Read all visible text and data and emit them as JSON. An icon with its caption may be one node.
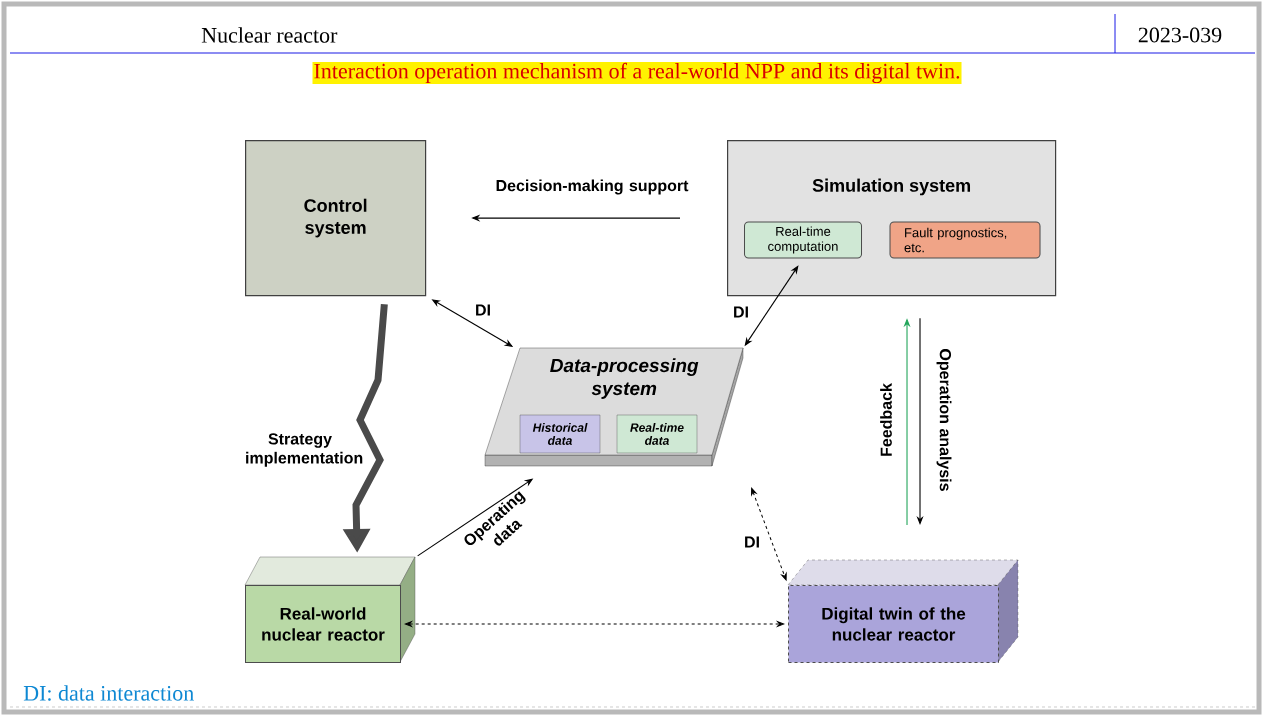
{
  "diagram": {
    "title": "Interaction operation mechanism of a real-world NPP and its digital twin.",
    "nodes": [
      {
        "text": [
          "Control system"
        ]
      },
      {
        "text": [
          "Simulation system"
        ]
      },
      {
        "text": [
          "Real-time computation"
        ],
        "in": 1
      },
      {
        "text": [
          "Fault prognostics, etc."
        ],
        "in": 1
      },
      {
        "text": [
          "Data-processing system"
        ]
      },
      {
        "text": [
          "Historical data"
        ],
        "in": 4
      },
      {
        "text": [
          "Real-time data"
        ],
        "in": 4
      },
      {
        "text": [
          "Real-world nuclear reactor"
        ]
      },
      {
        "text": [
          "Digital twin of the nuclear reactor"
        ]
      }
    ],
    "edges": [
      {
        "from": 1,
        "to": 0,
        "arrow": "to",
        "label": "Decision-making support"
      },
      {
        "from": 0,
        "to": 4,
        "arrow": "both",
        "label": "DI"
      },
      {
        "from": 2,
        "to": 4,
        "arrow": "both",
        "label": "DI"
      },
      {
        "from": 0,
        "to": 7,
        "arrow": "to",
        "label": "Strategy implementation",
        "style": "thick",
        "color": "#4a4a4a"
      },
      {
        "from": 7,
        "to": 4,
        "arrow": "to",
        "label": "Operating data"
      },
      {
        "from": 4,
        "to": 8,
        "arrow": "both",
        "label": "DI",
        "style": "dashed"
      },
      {
        "from": 7,
        "to": 8,
        "arrow": "both",
        "style": "dashed"
      },
      {
        "from": 8,
        "to": 1,
        "arrow": "to",
        "label": "Feedback",
        "color": "#22a55a"
      },
      {
        "from": 1,
        "to": 8,
        "arrow": "to",
        "label": "Operation analysis"
      }
    ],
    "labels": [
      "Nuclear reactor",
      "2023-039",
      "DI: data interaction"
    ]
  }
}
